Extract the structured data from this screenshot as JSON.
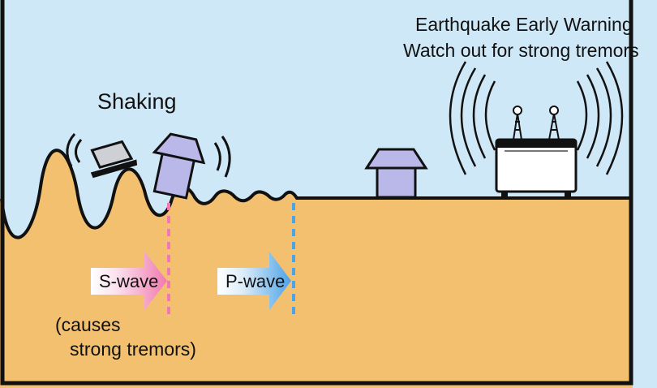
{
  "warning": {
    "line1": "Earthquake Early Warning",
    "line2": "Watch out for strong tremors"
  },
  "shaking_label": "Shaking",
  "s_wave": {
    "label": "S-wave",
    "note_line1": "(causes",
    "note_line2": "strong tremors)"
  },
  "p_wave": {
    "label": "P-wave"
  },
  "colors": {
    "sky": "#cfe8f7",
    "ground": "#f3c070",
    "outline": "#111111",
    "house_fill": "#b9b8e8",
    "s_wave_accent": "#f07ab0",
    "p_wave_accent": "#4da3e8",
    "device_fill": "#ffffff"
  },
  "icons": [
    "house-icon",
    "laptop-icon",
    "warning-device-icon",
    "signal-waves-icon",
    "shake-motion-icon"
  ]
}
